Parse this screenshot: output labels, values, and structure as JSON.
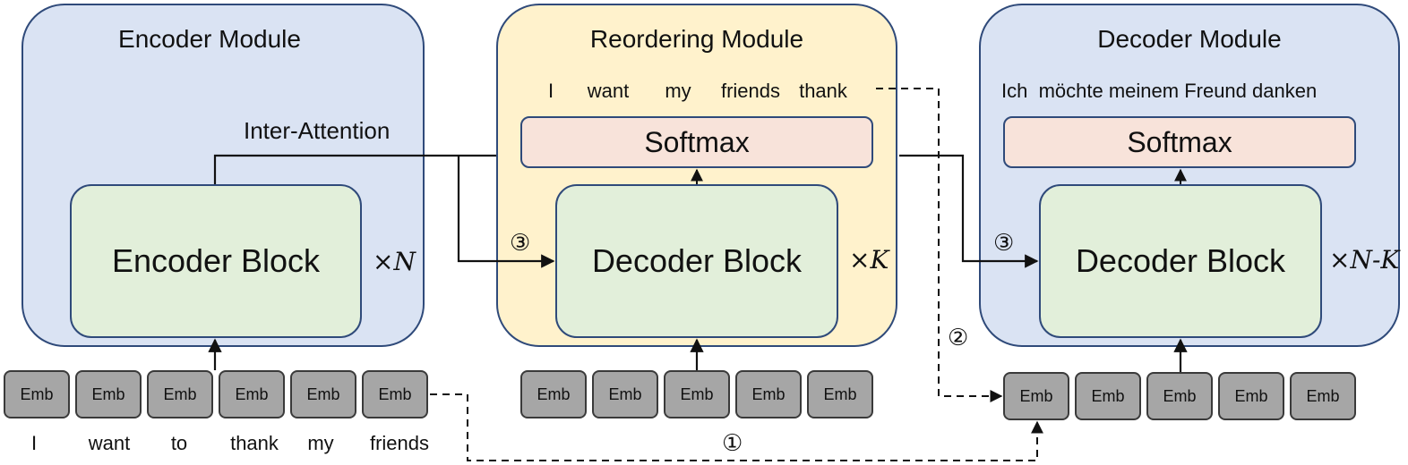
{
  "encoder": {
    "title": "Encoder Module",
    "block": "Encoder Block",
    "repeat_symbol": "×",
    "repeat_var": "N",
    "inter_attention": "Inter-Attention",
    "emb_label": "Emb",
    "words": [
      "I",
      "want",
      "to",
      "thank",
      "my",
      "friends"
    ]
  },
  "reordering": {
    "title": "Reordering Module",
    "output_words": [
      "I",
      "want",
      "my",
      "friends",
      "thank"
    ],
    "softmax": "Softmax",
    "block": "Decoder Block",
    "repeat_symbol": "×",
    "repeat_var": "K",
    "emb_label": "Emb",
    "marker": "③"
  },
  "decoder": {
    "title": "Decoder Module",
    "output_text": "Ich  möchte meinem Freund danken",
    "softmax": "Softmax",
    "block": "Decoder Block",
    "repeat_symbol": "×",
    "repeat_var": "N-K",
    "emb_label": "Emb",
    "marker": "③"
  },
  "markers": {
    "one": "①",
    "two": "②"
  },
  "colors": {
    "encoder_bg": "#dae3f3",
    "reordering_bg": "#fff2cc",
    "decoder_bg": "#dae3f3",
    "block_bg": "#e2efda",
    "softmax_bg": "#f8e3da",
    "emb_bg": "#a6a6a6"
  }
}
